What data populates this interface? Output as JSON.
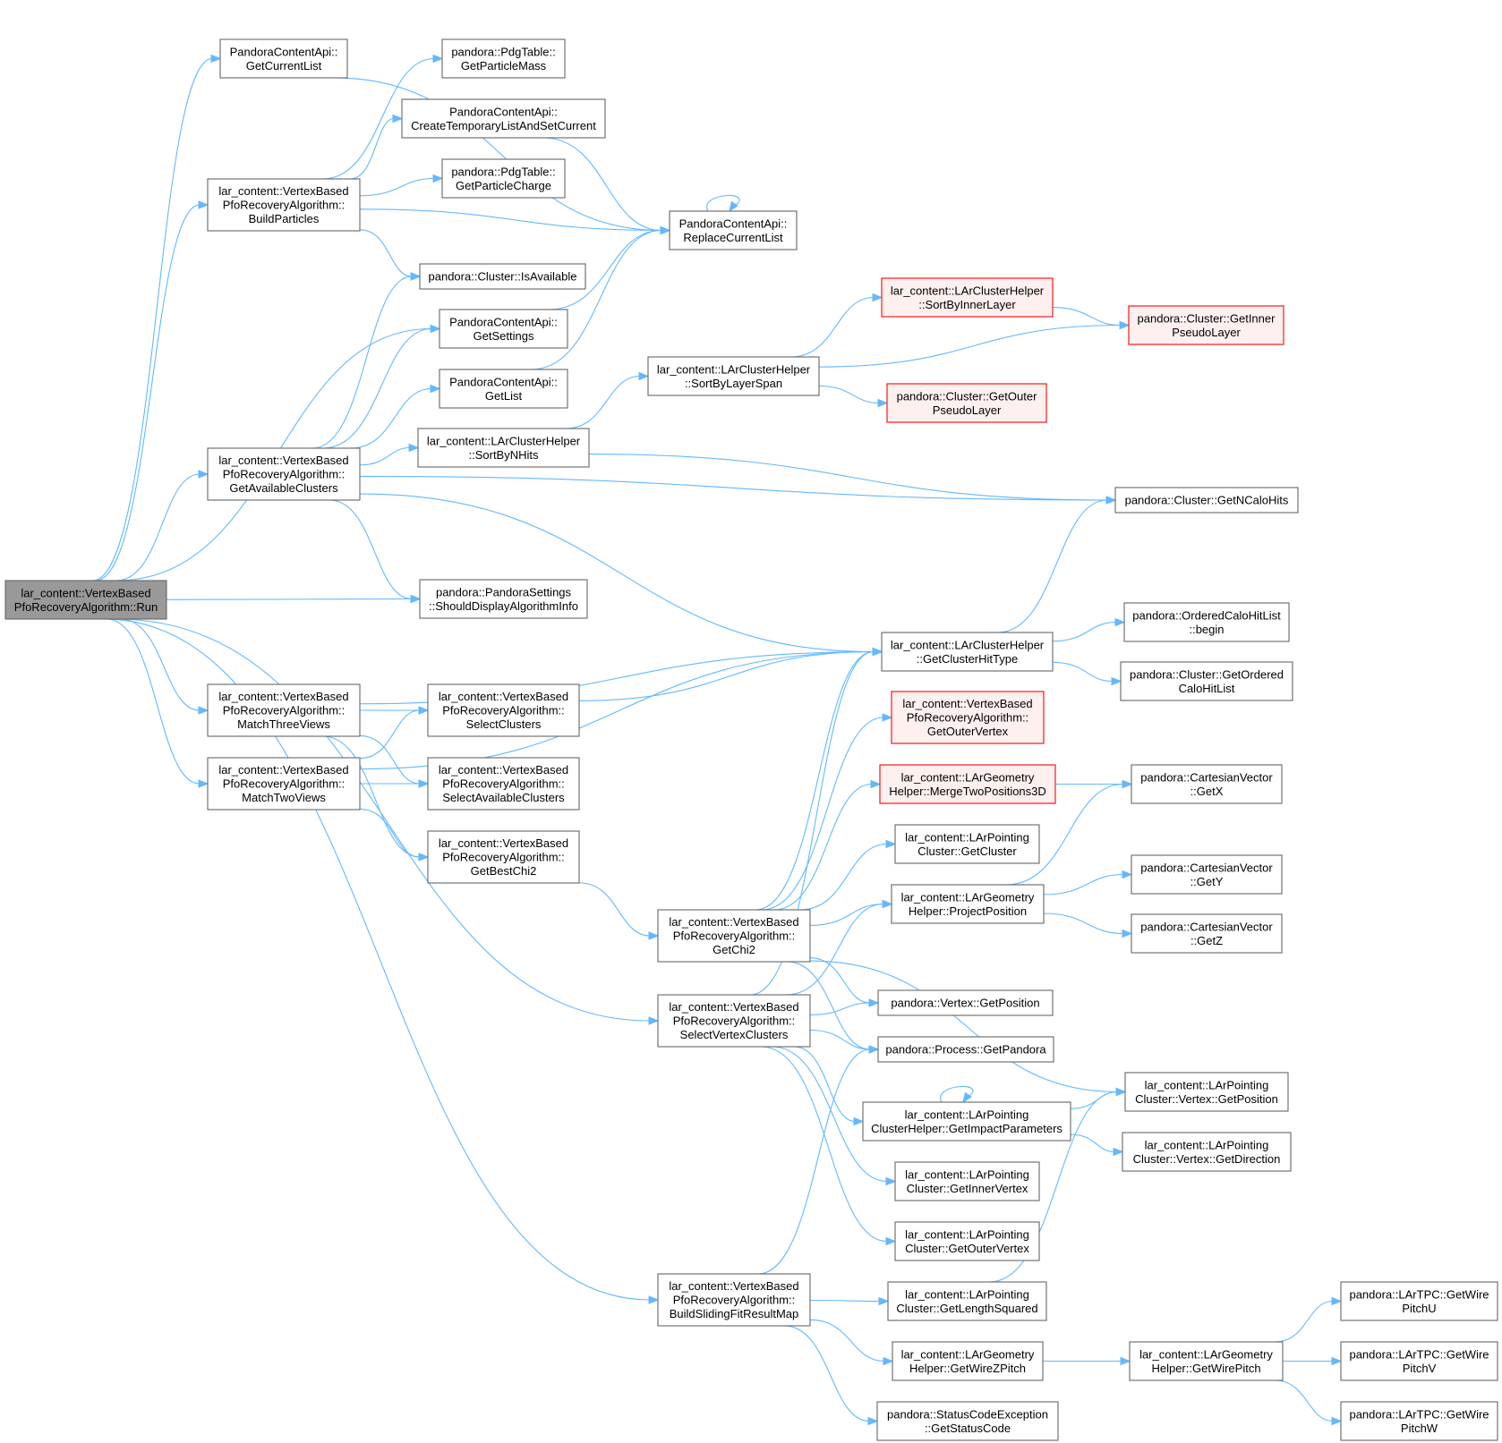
{
  "colors": {
    "edge": "#63b8ff",
    "node_fill": "#ffffff",
    "node_stroke": "#666666",
    "root_fill": "#999999",
    "root_stroke": "#666666",
    "truncated_fill": "#fff0f0",
    "truncated_stroke": "#ff0000"
  },
  "nodes": [
    {
      "id": "run",
      "lines": [
        "lar_content::VertexBased",
        "PfoRecoveryAlgorithm::Run"
      ],
      "style": "root"
    },
    {
      "id": "getCurrentList",
      "lines": [
        "PandoraContentApi::",
        "GetCurrentList"
      ],
      "style": "normal"
    },
    {
      "id": "buildParticles",
      "lines": [
        "lar_content::VertexBased",
        "PfoRecoveryAlgorithm::",
        "BuildParticles"
      ],
      "style": "normal"
    },
    {
      "id": "getAvailableClusters",
      "lines": [
        "lar_content::VertexBased",
        "PfoRecoveryAlgorithm::",
        "GetAvailableClusters"
      ],
      "style": "normal"
    },
    {
      "id": "matchThreeViews",
      "lines": [
        "lar_content::VertexBased",
        "PfoRecoveryAlgorithm::",
        "MatchThreeViews"
      ],
      "style": "normal"
    },
    {
      "id": "matchTwoViews",
      "lines": [
        "lar_content::VertexBased",
        "PfoRecoveryAlgorithm::",
        "MatchTwoViews"
      ],
      "style": "normal"
    },
    {
      "id": "getParticleMass",
      "lines": [
        "pandora::PdgTable::",
        "GetParticleMass"
      ],
      "style": "normal"
    },
    {
      "id": "createTempList",
      "lines": [
        "PandoraContentApi::",
        "CreateTemporaryListAndSetCurrent"
      ],
      "style": "normal"
    },
    {
      "id": "getParticleCharge",
      "lines": [
        "pandora::PdgTable::",
        "GetParticleCharge"
      ],
      "style": "normal"
    },
    {
      "id": "isAvailable",
      "lines": [
        "pandora::Cluster::IsAvailable"
      ],
      "style": "normal"
    },
    {
      "id": "getSettings",
      "lines": [
        "PandoraContentApi::",
        "GetSettings"
      ],
      "style": "normal"
    },
    {
      "id": "getList",
      "lines": [
        "PandoraContentApi::",
        "GetList"
      ],
      "style": "normal"
    },
    {
      "id": "sortByNHits",
      "lines": [
        "lar_content::LArClusterHelper",
        "::SortByNHits"
      ],
      "style": "normal"
    },
    {
      "id": "shouldDisplay",
      "lines": [
        "pandora::PandoraSettings",
        "::ShouldDisplayAlgorithmInfo"
      ],
      "style": "normal"
    },
    {
      "id": "selectClusters",
      "lines": [
        "lar_content::VertexBased",
        "PfoRecoveryAlgorithm::",
        "SelectClusters"
      ],
      "style": "normal"
    },
    {
      "id": "selectAvailableClusters",
      "lines": [
        "lar_content::VertexBased",
        "PfoRecoveryAlgorithm::",
        "SelectAvailableClusters"
      ],
      "style": "normal"
    },
    {
      "id": "getBestChi2",
      "lines": [
        "lar_content::VertexBased",
        "PfoRecoveryAlgorithm::",
        "GetBestChi2"
      ],
      "style": "normal"
    },
    {
      "id": "replaceCurrentList",
      "lines": [
        "PandoraContentApi::",
        "ReplaceCurrentList"
      ],
      "style": "normal"
    },
    {
      "id": "sortByLayerSpan",
      "lines": [
        "lar_content::LArClusterHelper",
        "::SortByLayerSpan"
      ],
      "style": "normal"
    },
    {
      "id": "getChi2",
      "lines": [
        "lar_content::VertexBased",
        "PfoRecoveryAlgorithm::",
        "GetChi2"
      ],
      "style": "normal"
    },
    {
      "id": "selectVertexClusters",
      "lines": [
        "lar_content::VertexBased",
        "PfoRecoveryAlgorithm::",
        "SelectVertexClusters"
      ],
      "style": "normal"
    },
    {
      "id": "buildSlidingFit",
      "lines": [
        "lar_content::VertexBased",
        "PfoRecoveryAlgorithm::",
        "BuildSlidingFitResultMap"
      ],
      "style": "normal"
    },
    {
      "id": "sortByInnerLayer",
      "lines": [
        "lar_content::LArClusterHelper",
        "::SortByInnerLayer"
      ],
      "style": "truncated"
    },
    {
      "id": "getOuterPseudoLayer",
      "lines": [
        "pandora::Cluster::GetOuter",
        "PseudoLayer"
      ],
      "style": "truncated"
    },
    {
      "id": "getClusterHitType",
      "lines": [
        "lar_content::LArClusterHelper",
        "::GetClusterHitType"
      ],
      "style": "normal"
    },
    {
      "id": "getOuterVertex",
      "lines": [
        "lar_content::VertexBased",
        "PfoRecoveryAlgorithm::",
        "GetOuterVertex"
      ],
      "style": "truncated"
    },
    {
      "id": "mergeTwoPositions3D",
      "lines": [
        "lar_content::LArGeometry",
        "Helper::MergeTwoPositions3D"
      ],
      "style": "truncated"
    },
    {
      "id": "lpcGetCluster",
      "lines": [
        "lar_content::LArPointing",
        "Cluster::GetCluster"
      ],
      "style": "normal"
    },
    {
      "id": "projectPosition",
      "lines": [
        "lar_content::LArGeometry",
        "Helper::ProjectPosition"
      ],
      "style": "normal"
    },
    {
      "id": "vertexGetPosition",
      "lines": [
        "pandora::Vertex::GetPosition"
      ],
      "style": "normal"
    },
    {
      "id": "getPandora",
      "lines": [
        "pandora::Process::GetPandora"
      ],
      "style": "normal"
    },
    {
      "id": "getImpactParameters",
      "lines": [
        "lar_content::LArPointing",
        "ClusterHelper::GetImpactParameters"
      ],
      "style": "normal"
    },
    {
      "id": "lpcGetInnerVertex",
      "lines": [
        "lar_content::LArPointing",
        "Cluster::GetInnerVertex"
      ],
      "style": "normal"
    },
    {
      "id": "lpcGetOuterVertex",
      "lines": [
        "lar_content::LArPointing",
        "Cluster::GetOuterVertex"
      ],
      "style": "normal"
    },
    {
      "id": "lpcGetLengthSquared",
      "lines": [
        "lar_content::LArPointing",
        "Cluster::GetLengthSquared"
      ],
      "style": "normal"
    },
    {
      "id": "getWireZPitch",
      "lines": [
        "lar_content::LArGeometry",
        "Helper::GetWireZPitch"
      ],
      "style": "normal"
    },
    {
      "id": "getStatusCode",
      "lines": [
        "pandora::StatusCodeException",
        "::GetStatusCode"
      ],
      "style": "normal"
    },
    {
      "id": "getInnerPseudoLayer",
      "lines": [
        "pandora::Cluster::GetInner",
        "PseudoLayer"
      ],
      "style": "truncated"
    },
    {
      "id": "getNCaloHits",
      "lines": [
        "pandora::Cluster::GetNCaloHits"
      ],
      "style": "normal"
    },
    {
      "id": "orderedBegin",
      "lines": [
        "pandora::OrderedCaloHitList",
        "::begin"
      ],
      "style": "normal"
    },
    {
      "id": "getOrderedCaloHitList",
      "lines": [
        "pandora::Cluster::GetOrdered",
        "CaloHitList"
      ],
      "style": "normal"
    },
    {
      "id": "cvGetX",
      "lines": [
        "pandora::CartesianVector",
        "::GetX"
      ],
      "style": "normal"
    },
    {
      "id": "cvGetY",
      "lines": [
        "pandora::CartesianVector",
        "::GetY"
      ],
      "style": "normal"
    },
    {
      "id": "cvGetZ",
      "lines": [
        "pandora::CartesianVector",
        "::GetZ"
      ],
      "style": "normal"
    },
    {
      "id": "lpcVertexGetPosition",
      "lines": [
        "lar_content::LArPointing",
        "Cluster::Vertex::GetPosition"
      ],
      "style": "normal"
    },
    {
      "id": "lpcVertexGetDirection",
      "lines": [
        "lar_content::LArPointing",
        "Cluster::Vertex::GetDirection"
      ],
      "style": "normal"
    },
    {
      "id": "getWirePitch",
      "lines": [
        "lar_content::LArGeometry",
        "Helper::GetWirePitch"
      ],
      "style": "normal"
    },
    {
      "id": "getWirePitchU",
      "lines": [
        "pandora::LArTPC::GetWire",
        "PitchU"
      ],
      "style": "normal"
    },
    {
      "id": "getWirePitchV",
      "lines": [
        "pandora::LArTPC::GetWire",
        "PitchV"
      ],
      "style": "normal"
    },
    {
      "id": "getWirePitchW",
      "lines": [
        "pandora::LArTPC::GetWire",
        "PitchW"
      ],
      "style": "normal"
    }
  ],
  "edges": [
    [
      "run",
      "getCurrentList"
    ],
    [
      "run",
      "buildParticles"
    ],
    [
      "run",
      "getAvailableClusters"
    ],
    [
      "run",
      "getSettings"
    ],
    [
      "run",
      "shouldDisplay"
    ],
    [
      "run",
      "matchThreeViews"
    ],
    [
      "run",
      "matchTwoViews"
    ],
    [
      "run",
      "selectVertexClusters"
    ],
    [
      "run",
      "buildSlidingFit"
    ],
    [
      "getCurrentList",
      "replaceCurrentList"
    ],
    [
      "buildParticles",
      "getParticleMass"
    ],
    [
      "buildParticles",
      "createTempList"
    ],
    [
      "buildParticles",
      "getParticleCharge"
    ],
    [
      "buildParticles",
      "replaceCurrentList"
    ],
    [
      "buildParticles",
      "isAvailable"
    ],
    [
      "createTempList",
      "replaceCurrentList"
    ],
    [
      "replaceCurrentList",
      "replaceCurrentList"
    ],
    [
      "getSettings",
      "replaceCurrentList"
    ],
    [
      "getList",
      "replaceCurrentList"
    ],
    [
      "getAvailableClusters",
      "isAvailable"
    ],
    [
      "getAvailableClusters",
      "getSettings"
    ],
    [
      "getAvailableClusters",
      "getList"
    ],
    [
      "getAvailableClusters",
      "sortByNHits"
    ],
    [
      "getAvailableClusters",
      "getNCaloHits"
    ],
    [
      "getAvailableClusters",
      "shouldDisplay"
    ],
    [
      "getAvailableClusters",
      "getClusterHitType"
    ],
    [
      "sortByNHits",
      "sortByLayerSpan"
    ],
    [
      "sortByNHits",
      "getNCaloHits"
    ],
    [
      "sortByLayerSpan",
      "sortByInnerLayer"
    ],
    [
      "sortByLayerSpan",
      "getInnerPseudoLayer"
    ],
    [
      "sortByLayerSpan",
      "getOuterPseudoLayer"
    ],
    [
      "sortByInnerLayer",
      "getInnerPseudoLayer"
    ],
    [
      "matchThreeViews",
      "getClusterHitType"
    ],
    [
      "matchThreeViews",
      "selectClusters"
    ],
    [
      "matchThreeViews",
      "selectAvailableClusters"
    ],
    [
      "matchThreeViews",
      "getBestChi2"
    ],
    [
      "matchTwoViews",
      "selectClusters"
    ],
    [
      "matchTwoViews",
      "selectAvailableClusters"
    ],
    [
      "matchTwoViews",
      "getBestChi2"
    ],
    [
      "matchTwoViews",
      "getClusterHitType"
    ],
    [
      "selectClusters",
      "getClusterHitType"
    ],
    [
      "getBestChi2",
      "getChi2"
    ],
    [
      "getClusterHitType",
      "getNCaloHits"
    ],
    [
      "getClusterHitType",
      "orderedBegin"
    ],
    [
      "getClusterHitType",
      "getOrderedCaloHitList"
    ],
    [
      "getChi2",
      "getClusterHitType"
    ],
    [
      "getChi2",
      "getOuterVertex"
    ],
    [
      "getChi2",
      "mergeTwoPositions3D"
    ],
    [
      "getChi2",
      "lpcGetCluster"
    ],
    [
      "getChi2",
      "projectPosition"
    ],
    [
      "getChi2",
      "lpcVertexGetPosition"
    ],
    [
      "getChi2",
      "vertexGetPosition"
    ],
    [
      "getChi2",
      "getPandora"
    ],
    [
      "mergeTwoPositions3D",
      "cvGetX"
    ],
    [
      "projectPosition",
      "cvGetX"
    ],
    [
      "projectPosition",
      "cvGetY"
    ],
    [
      "projectPosition",
      "cvGetZ"
    ],
    [
      "selectVertexClusters",
      "getClusterHitType"
    ],
    [
      "selectVertexClusters",
      "projectPosition"
    ],
    [
      "selectVertexClusters",
      "vertexGetPosition"
    ],
    [
      "selectVertexClusters",
      "getPandora"
    ],
    [
      "selectVertexClusters",
      "getImpactParameters"
    ],
    [
      "selectVertexClusters",
      "lpcGetInnerVertex"
    ],
    [
      "selectVertexClusters",
      "lpcGetOuterVertex"
    ],
    [
      "getImpactParameters",
      "getImpactParameters"
    ],
    [
      "getImpactParameters",
      "lpcVertexGetPosition"
    ],
    [
      "getImpactParameters",
      "lpcVertexGetDirection"
    ],
    [
      "buildSlidingFit",
      "getPandora"
    ],
    [
      "buildSlidingFit",
      "lpcGetLengthSquared"
    ],
    [
      "buildSlidingFit",
      "getWireZPitch"
    ],
    [
      "buildSlidingFit",
      "getStatusCode"
    ],
    [
      "lpcGetLengthSquared",
      "lpcVertexGetPosition"
    ],
    [
      "getWireZPitch",
      "getWirePitch"
    ],
    [
      "getWirePitch",
      "getWirePitchU"
    ],
    [
      "getWirePitch",
      "getWirePitchV"
    ],
    [
      "getWirePitch",
      "getWirePitchW"
    ]
  ]
}
